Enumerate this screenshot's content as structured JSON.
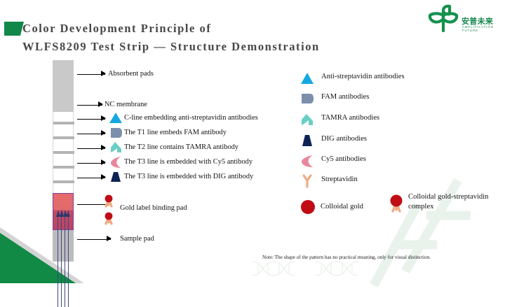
{
  "header": {
    "title_line1": "Color Development Principle of",
    "title_line2": "WLFS8209 Test Strip — Structure Demonstration",
    "accent_color": "#11874a",
    "title_color": "#474747"
  },
  "logo": {
    "name_cn": "安普未来",
    "name_en": "AMPLIFICATION  FUTURE",
    "color": "#12874a"
  },
  "strip": {
    "segments": [
      {
        "name": "absorbent-pad",
        "color": "#c9c9c9"
      },
      {
        "name": "nc-membrane",
        "color": "#ffffff"
      },
      {
        "name": "gold-label-binding-pad",
        "border_color": "#7b3f9d",
        "fill_top": "#e8696b",
        "fill_bottom": "#bb4564"
      },
      {
        "name": "sample-pad",
        "color": "#bcbcbc"
      }
    ],
    "line_color": "#b4b4b4",
    "capillary_line_color": "#3a4a80"
  },
  "annotations": [
    {
      "label": "Absorbent pads",
      "icon": null
    },
    {
      "label": "NC membrane",
      "icon": null
    },
    {
      "label": "C-line embedding anti-streptavidin antibodies",
      "icon": "triangle-cyan-icon"
    },
    {
      "label": "The T1 line embeds FAM antibody",
      "icon": "square-slate-icon"
    },
    {
      "label": "The T2 line contains TAMRA antibody",
      "icon": "arrow-teal-icon"
    },
    {
      "label": "The T3 line is embedded with Cy5 antibody",
      "icon": "crescent-pink-icon"
    },
    {
      "label": "The T3 line is embedded with DIG antibody",
      "icon": "trapezoid-navy-icon"
    },
    {
      "label": "Gold label binding pad",
      "icon": "gold-streptavidin-pair-icon"
    },
    {
      "label": "Sample pad",
      "icon": null
    }
  ],
  "legend": {
    "items": [
      {
        "label": "Anti-streptavidin antibodies",
        "icon": "triangle-cyan-icon",
        "color": "#15a8e0"
      },
      {
        "label": "FAM antibodies",
        "icon": "square-slate-icon",
        "color": "#7b8fad"
      },
      {
        "label": "TAMRA antibodies",
        "icon": "arrow-teal-icon",
        "color": "#68cfc4"
      },
      {
        "label": "DIG antibodies",
        "icon": "trapezoid-navy-icon",
        "color": "#0d2355"
      },
      {
        "label": "Cy5 antibodies",
        "icon": "crescent-pink-icon",
        "color": "#e8879c"
      },
      {
        "label": "Streptavidin",
        "icon": "streptavidin-y-icon",
        "color": "#f0ab82"
      }
    ],
    "gold": {
      "label": "Colloidal gold",
      "icon": "colloidal-gold-icon",
      "color": "#c00c15"
    },
    "gold_complex": {
      "label_line1": "Colloidal gold-streptavidin",
      "label_line2": "complex",
      "icon": "colloidal-gold-streptavidin-icon"
    }
  },
  "footer": {
    "note": "Note: The shape of the pattern has no practical meaning, only for visual distinction."
  }
}
